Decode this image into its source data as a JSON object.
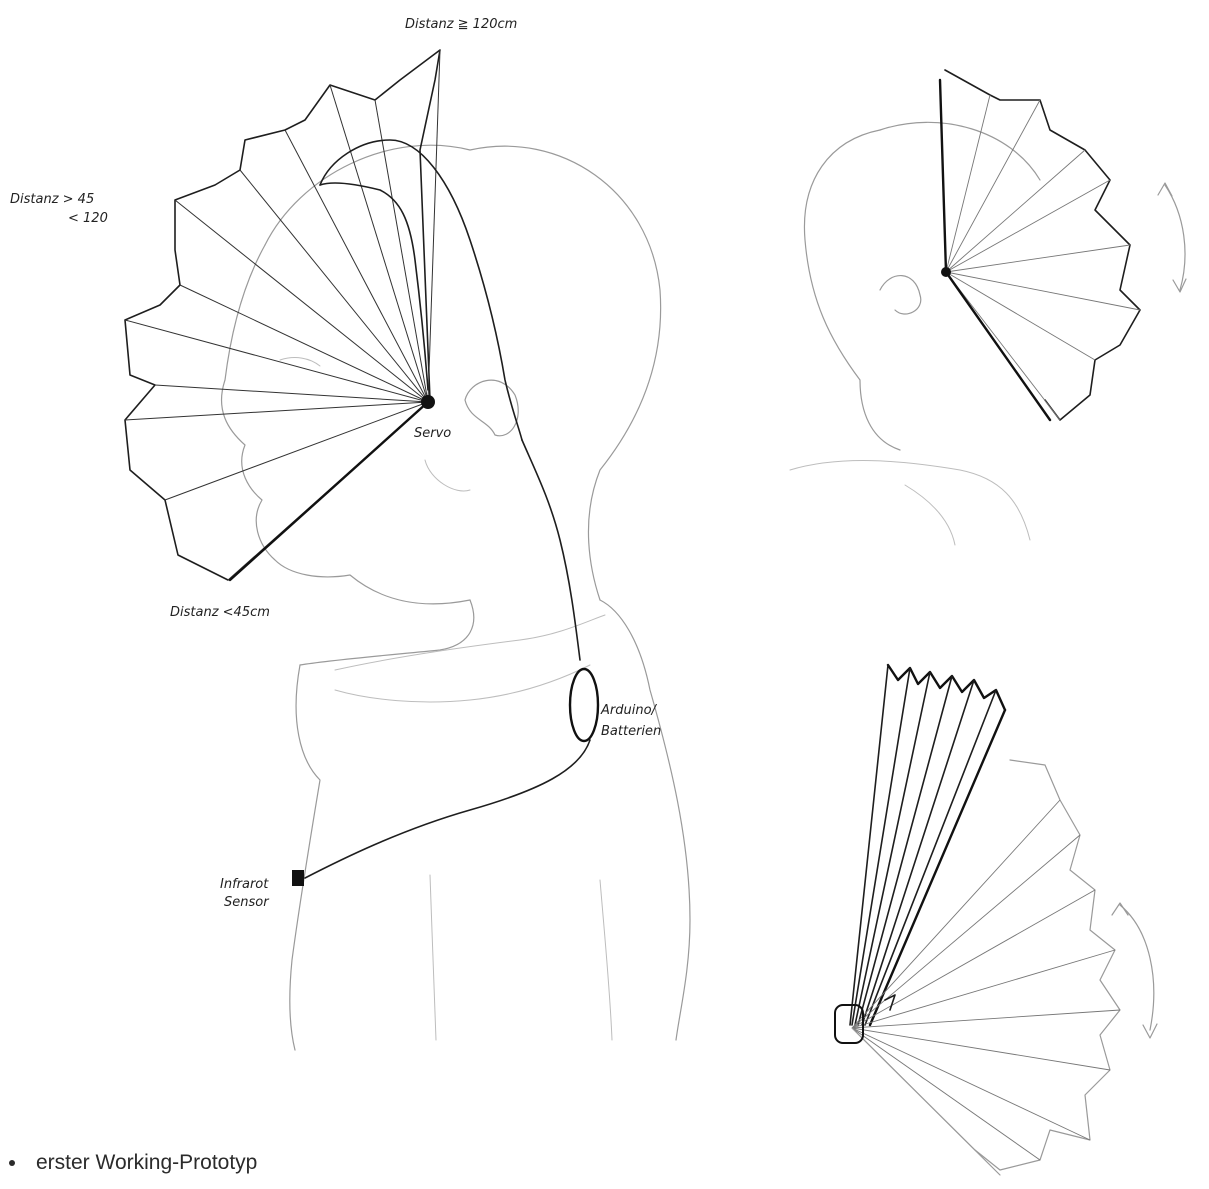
{
  "sketch": {
    "labels": {
      "distance_far": "Distanz ≧ 120cm",
      "distance_mid_line1": "Distanz > 45",
      "distance_mid_line2": "< 120",
      "distance_near": "Distanz <45cm",
      "servo": "Servo",
      "arduino_line1": "Arduino/",
      "arduino_line2": "Batterien",
      "sensor_line1": "Infrarot",
      "sensor_line2": "Sensor"
    }
  },
  "caption": {
    "text": "erster Working-Prototyp"
  }
}
